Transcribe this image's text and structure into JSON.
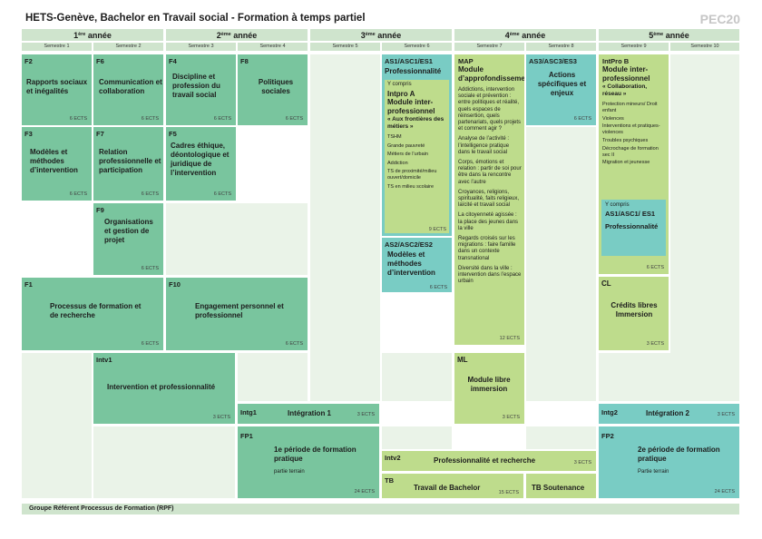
{
  "header": {
    "title": "HETS-Genève, Bachelor en Travail social - Formation à temps partiel",
    "code": "PEC20"
  },
  "years": [
    {
      "num": "1",
      "sup": "ère",
      "label": " année"
    },
    {
      "num": "2",
      "sup": "ème",
      "label": " année"
    },
    {
      "num": "3",
      "sup": "ème",
      "label": " année"
    },
    {
      "num": "4",
      "sup": "ème",
      "label": " année"
    },
    {
      "num": "5",
      "sup": "ème",
      "label": " année"
    }
  ],
  "semesters": [
    "Semestre 1",
    "Semestre 2",
    "Semestre 3",
    "Semestre 4",
    "Semestre 5",
    "Semestre 6",
    "Semestre 7",
    "Semestre 8",
    "Semestre 9",
    "Semestre 10"
  ],
  "modules": {
    "f2": {
      "code": "F2",
      "name": "Rapports sociaux et inégalités",
      "ects": "6 ECTS"
    },
    "f6": {
      "code": "F6",
      "name": "Communication et collaboration",
      "ects": "6 ECTS"
    },
    "f4": {
      "code": "F4",
      "name": "Discipline et profession du travail social",
      "ects": "6 ECTS"
    },
    "f8": {
      "code": "F8",
      "name": "Politiques sociales",
      "ects": "6 ECTS"
    },
    "f3": {
      "code": "F3",
      "name": "Modèles et méthodes d’intervention",
      "ects": "6 ECTS"
    },
    "f7": {
      "code": "F7",
      "name": "Relation professionnelle et participation",
      "ects": "6 ECTS"
    },
    "f5": {
      "code": "F5",
      "name": "Cadres éthique, déontologique et juridique de l’intervention",
      "ects": "6 ECTS"
    },
    "f9": {
      "code": "F9",
      "name": "Organisations et gestion de projet",
      "ects": "6 ECTS"
    },
    "f1": {
      "code": "F1",
      "name": "Processus de formation et de recherche",
      "ects": "6 ECTS"
    },
    "f10": {
      "code": "F10",
      "name": "Engagement personnel et professionnel",
      "ects": "6 ECTS"
    },
    "intv1": {
      "code": "Intv1",
      "name": "Intervention et professionnalité",
      "ects": "3 ECTS"
    },
    "intg1": {
      "code": "Intg1",
      "name": "Intégration 1",
      "ects": "3 ECTS"
    },
    "fp1": {
      "code": "FP1",
      "name": "1e période de formation pratique",
      "sub": "partie terrain",
      "ects": "24 ECTS"
    },
    "as1": {
      "code": "AS1/ASC1/ES1",
      "name": "Professionnalité",
      "incl": "Y compris",
      "sub_code": "Intpro A",
      "sub_name": "Module inter-professionnel",
      "sub_quote": "« Aux frontières des métiers »",
      "topics": [
        "TSHM",
        "Grande pauvreté",
        "Métiers de l’urbain",
        "Addiction",
        "TS de proximité/milieu ouvert/domicile",
        "TS en milieu scolaire"
      ],
      "ects": "9 ECTS"
    },
    "as2": {
      "code": "AS2/ASC2/ES2",
      "name": "Modèles et méthodes d’intervention",
      "ects": "6 ECTS"
    },
    "map": {
      "code": "MAP",
      "name": "Module d’approfondissement",
      "topics": [
        "Addictions, intervention sociale et prévention : entre politiques et réalité, quels espaces de réinsertion, quels partenariats, quels projets et comment agir ?",
        "Analyse de l’activité : l’intelligence pratique dans le travail social",
        "Corps, émotions et relation : partir de soi pour être dans la rencontre avec l’autre",
        "Croyances, religions, spiritualité, faits religieux, laïcité et travail social",
        "La citoyenneté agissée : la place des jeunes dans la ville",
        "Regards croisés sur les migrations : faire famille dans un contexte transnational",
        "Diversité dans la ville : intervention dans l’espace urbain"
      ],
      "ects": "12 ECTS"
    },
    "as3": {
      "code": "AS3/ASC3/ES3",
      "name": "Actions spécifiques et enjeux",
      "ects": "6 ECTS"
    },
    "intprob": {
      "code": "IntPro B",
      "name": "Module inter-professionnel",
      "quote": "« Collaboration, réseau »",
      "topics": [
        "Protection mineurs/ Droit enfant",
        "Violences",
        "Interventions et pratiques-violences",
        "Troubles psychiques",
        "Décrochage de formation sec II",
        "Migration et jeunesse"
      ],
      "incl": "Y compris",
      "incl_code": "AS1/ASC1/ ES1",
      "incl_name": "Professionnalité",
      "ects": "6 ECTS"
    },
    "cl": {
      "code": "CL",
      "name": "Crédits libres Immersion",
      "ects": "3 ECTS"
    },
    "ml": {
      "code": "ML",
      "name": "Module libre immersion",
      "ects": "3 ECTS"
    },
    "intv2": {
      "code": "Intv2",
      "name": "Professionnalité et recherche",
      "ects": "3 ECTS"
    },
    "tb": {
      "code": "TB",
      "name": "Travail de Bachelor",
      "ects": "15 ECTS"
    },
    "tbs": {
      "name": "TB Soutenance"
    },
    "intg2": {
      "code": "Intg2",
      "name": "Intégration 2",
      "ects": "3 ECTS"
    },
    "fp2": {
      "code": "FP2",
      "name": "2e période de formation pratique",
      "sub": "Partie terrain",
      "ects": "24 ECTS"
    }
  },
  "footer": "Groupe Référent Processus de Formation (RPF)"
}
